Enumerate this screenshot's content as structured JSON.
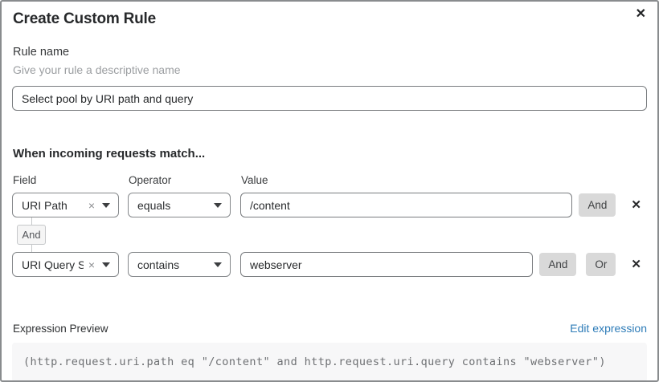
{
  "dialog": {
    "title": "Create Custom Rule",
    "close_glyph": "✕"
  },
  "rule_name": {
    "label": "Rule name",
    "helper": "Give your rule a descriptive name",
    "value": "Select pool by URI path and query"
  },
  "matcher": {
    "heading": "When incoming requests match...",
    "columns": {
      "field": "Field",
      "operator": "Operator",
      "value": "Value"
    },
    "connector": "And",
    "clear_glyph": "×",
    "remove_glyph": "✕",
    "rows": [
      {
        "field": "URI Path",
        "operator": "equals",
        "value": "/content",
        "buttons": {
          "and": "And"
        }
      },
      {
        "field": "URI Query St...",
        "operator": "contains",
        "value": "webserver",
        "buttons": {
          "and": "And",
          "or": "Or"
        }
      }
    ]
  },
  "expression": {
    "label": "Expression Preview",
    "edit_link": "Edit expression",
    "code": "(http.request.uri.path eq \"/content\" and http.request.uri.query contains \"webserver\")"
  },
  "colors": {
    "link_blue": "#2e7cb8",
    "button_gray": "#d9d9d9",
    "code_background": "#f7f7f8",
    "dialog_border": "#898c8e"
  }
}
